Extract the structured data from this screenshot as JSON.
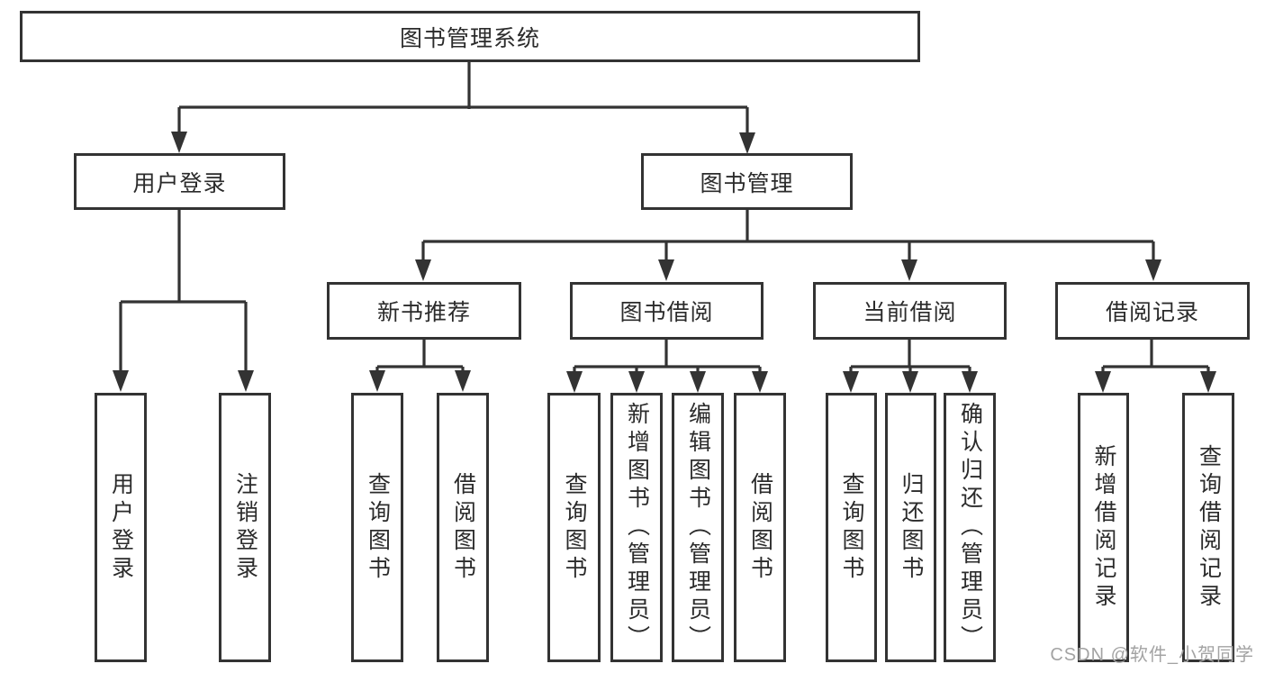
{
  "colors": {
    "line": "#333333",
    "box_border": "#333333",
    "text": "#2b2b2b",
    "background": "#ffffff",
    "watermark": "#a3a3a3"
  },
  "watermark": {
    "text": "CSDN @软件_小贺同学"
  },
  "nodes": {
    "root": {
      "label": "图书管理系统"
    },
    "user_login": {
      "label": "用户登录"
    },
    "book_mgmt": {
      "label": "图书管理"
    },
    "new_book_rec": {
      "label": "新书推荐"
    },
    "book_borrow": {
      "label": "图书借阅"
    },
    "current_borrow": {
      "label": "当前借阅"
    },
    "borrow_records": {
      "label": "借阅记录"
    },
    "leaf_user_login": {
      "label": "用户登录"
    },
    "leaf_logout": {
      "label": "注销登录"
    },
    "leaf_query_book_rec": {
      "label": "查询图书"
    },
    "leaf_borrow_book_rec": {
      "label": "借阅图书"
    },
    "leaf_query_book_borrow": {
      "label": "查询图书"
    },
    "leaf_add_book": {
      "label": "新增图书（管理员）"
    },
    "leaf_edit_book": {
      "label": "编辑图书（管理员）"
    },
    "leaf_borrow_book_borrow": {
      "label": "借阅图书"
    },
    "leaf_query_book_current": {
      "label": "查询图书"
    },
    "leaf_return_book": {
      "label": "归还图书"
    },
    "leaf_confirm_return": {
      "label": "确认归还（管理员）"
    },
    "leaf_add_record": {
      "label": "新增借阅记录"
    },
    "leaf_query_record": {
      "label": "查询借阅记录"
    }
  },
  "hierarchy": {
    "图书管理系统": {
      "用户登录": [
        "用户登录",
        "注销登录"
      ],
      "图书管理": {
        "新书推荐": [
          "查询图书",
          "借阅图书"
        ],
        "图书借阅": [
          "查询图书",
          "新增图书（管理员）",
          "编辑图书（管理员）",
          "借阅图书"
        ],
        "当前借阅": [
          "查询图书",
          "归还图书",
          "确认归还（管理员）"
        ],
        "借阅记录": [
          "新增借阅记录",
          "查询借阅记录"
        ]
      }
    }
  }
}
